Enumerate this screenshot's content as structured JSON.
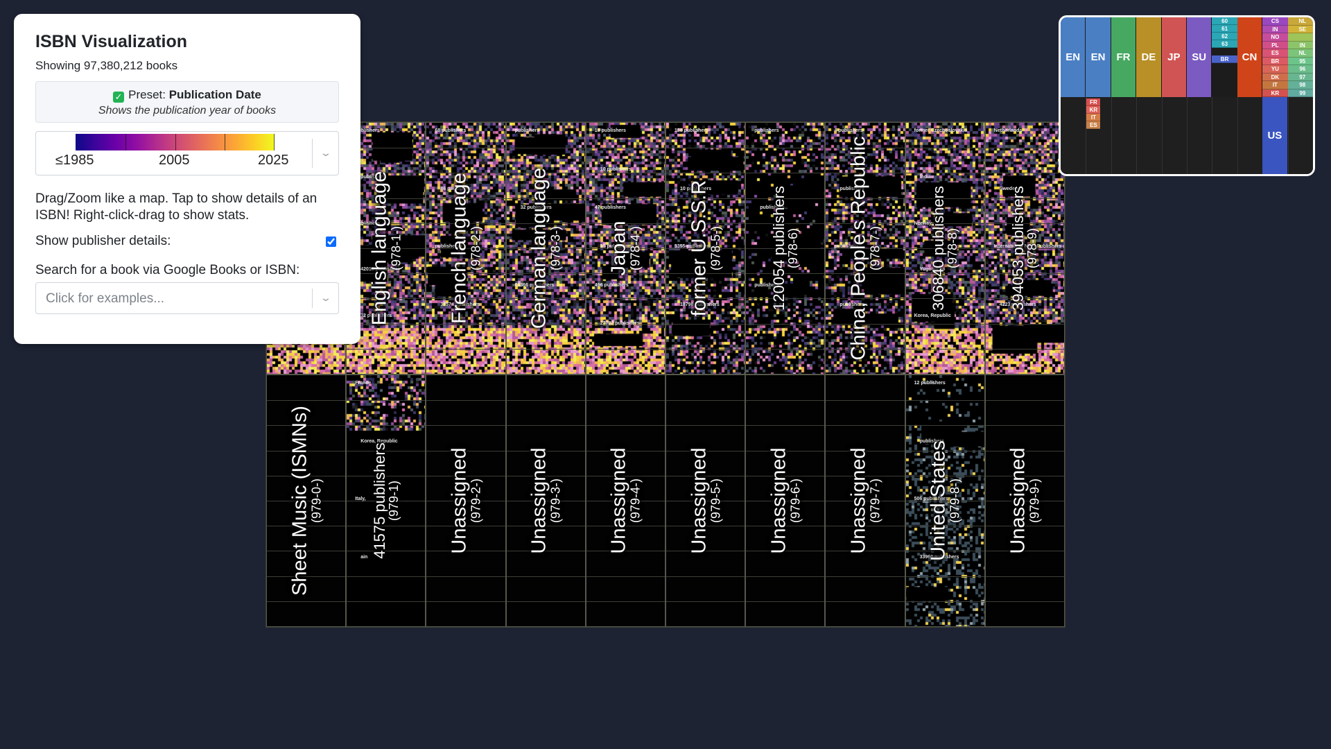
{
  "panel": {
    "title": "ISBN Visualization",
    "subtitle": "Showing 97,380,212 books",
    "preset_prefix": "Preset: ",
    "preset_name": "Publication Date",
    "preset_description": "Shows the publication year of books",
    "gradient": {
      "colors": [
        "#0d0887",
        "#6a00a8",
        "#b12a90",
        "#e16462",
        "#fca636",
        "#f0f921"
      ],
      "labels": [
        "≤1985",
        "2005",
        "2025"
      ]
    },
    "instructions": "Drag/Zoom like a map. Tap to show details of an ISBN! Right-click-drag to show stats.",
    "publisher_details_label": "Show publisher details:",
    "publisher_details_checked": true,
    "search_label": "Search for a book via Google Books or ISBN:",
    "search_placeholder": "Click for examples..."
  },
  "map": {
    "top_row": [
      {
        "title": "English language",
        "code": "(978-1-)",
        "texture": "dense",
        "marks": [
          "publishers",
          "publishers",
          "publishers",
          "42016 publishers",
          "4932 publishers"
        ]
      },
      {
        "title": "French language",
        "code": "(978-2-)",
        "texture": "dense",
        "marks": [
          "68 publishers",
          "86 publishers",
          "publishers",
          "37574 publishers"
        ]
      },
      {
        "title": "German language",
        "code": "(978-3-)",
        "texture": "dense",
        "marks": [
          "publishers",
          "32 publishers",
          "61366 publishers"
        ]
      },
      {
        "title": "Japan",
        "code": "(978-4-)",
        "texture": "dense",
        "marks": [
          "10 publishers",
          "10 publishers",
          "47 publishers",
          "55 publishers",
          "496 publishers",
          "27782 publishers"
        ]
      },
      {
        "title": "former U.S.S.R",
        "code": "(978-5-)",
        "texture": "mid",
        "marks": [
          "188 publishers",
          "10 publishers",
          "5355 publishers",
          "18798 publishers"
        ]
      },
      {
        "title": "120054 publishers",
        "code": "(978-6)",
        "texture": "sparse",
        "marks": [
          "publishers",
          "publishers",
          "publishers"
        ]
      },
      {
        "title": "China, People's Republic",
        "code": "(978-7-)",
        "texture": "mid",
        "marks": [
          "4 publishers",
          "publishers",
          "publishers",
          "publishers"
        ]
      },
      {
        "title": "306840 publishers",
        "code": "(978-8)",
        "texture": "dense",
        "marks": [
          "former Czechoslovakia",
          "India",
          "Norway",
          "Yugoslavia",
          "Korea, Republic"
        ]
      },
      {
        "title": "394053 publishers",
        "code": "(978-9)",
        "texture": "dense",
        "marks": [
          "Netherlands",
          "Sweden",
          "International NGO Publishers and EU Organizations",
          "4223 publishers"
        ]
      }
    ],
    "bottom_row": [
      {
        "title": "Sheet Music (ISMNs)",
        "code": "(979-0-)",
        "texture": "none",
        "marks": []
      },
      {
        "title": "41575 publishers",
        "code": "(979-1)",
        "texture": "topfew",
        "marks": [
          "France",
          "Korea, Republic",
          "Italy,",
          "ain"
        ]
      },
      {
        "title": "Unassigned",
        "code": "(979-2-)",
        "texture": "none",
        "marks": []
      },
      {
        "title": "Unassigned",
        "code": "(979-3-)",
        "texture": "none",
        "marks": []
      },
      {
        "title": "Unassigned",
        "code": "(979-4-)",
        "texture": "none",
        "marks": []
      },
      {
        "title": "Unassigned",
        "code": "(979-5-)",
        "texture": "none",
        "marks": []
      },
      {
        "title": "Unassigned",
        "code": "(979-6-)",
        "texture": "none",
        "marks": []
      },
      {
        "title": "Unassigned",
        "code": "(979-7-)",
        "texture": "none",
        "marks": []
      },
      {
        "title": "United States",
        "code": "(979-8-)",
        "texture": "us",
        "marks": [
          "12 publishers",
          "publishers",
          "506 publishers",
          "33960 publishers"
        ]
      },
      {
        "title": "Unassigned",
        "code": "(979-9-)",
        "texture": "none",
        "marks": []
      }
    ]
  },
  "minimap": {
    "columns": [
      {
        "label": "EN",
        "color": "#4a7fc4"
      },
      {
        "label": "EN",
        "color": "#4a7fc4"
      },
      {
        "label": "FR",
        "color": "#47a862"
      },
      {
        "label": "DE",
        "color": "#b98f27"
      },
      {
        "label": "JP",
        "color": "#d15454"
      },
      {
        "label": "SU",
        "color": "#7b5bc2"
      }
    ],
    "small_groups": {
      "col7": [
        "60",
        "61",
        "62",
        "63"
      ],
      "col7_extra": "BR",
      "cn": "CN",
      "col9": [
        "CS",
        "IN",
        "NO",
        "PL",
        "ES",
        "BR",
        "YU",
        "DK",
        "IT",
        "KR"
      ],
      "col10": [
        "NL",
        "SE",
        "",
        "IN",
        "NL",
        "95",
        "96",
        "97",
        "98",
        "99"
      ],
      "col2_sub": [
        "FR",
        "KR",
        "IT",
        "ES"
      ],
      "us": "US"
    }
  }
}
